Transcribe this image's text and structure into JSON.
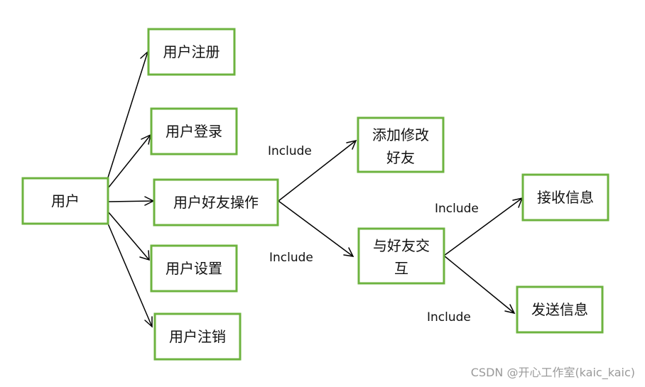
{
  "nodes": {
    "user": "用户",
    "register": "用户注册",
    "login": "用户登录",
    "friend_ops": "用户好友操作",
    "settings": "用户设置",
    "logout": "用户注销",
    "add_edit_friend": [
      "添加修改",
      "好友"
    ],
    "interact_friend": [
      "与好友交",
      "互"
    ],
    "receive_msg": "接收信息",
    "send_msg": "发送信息"
  },
  "edge_labels": {
    "include_add": "Include",
    "include_interact": "Include",
    "include_receive": "Include",
    "include_send": "Include"
  },
  "colors": {
    "node_border": "#6db33f",
    "edge": "#000000"
  },
  "watermark": "CSDN @开心工作室(kaic_kaic)"
}
